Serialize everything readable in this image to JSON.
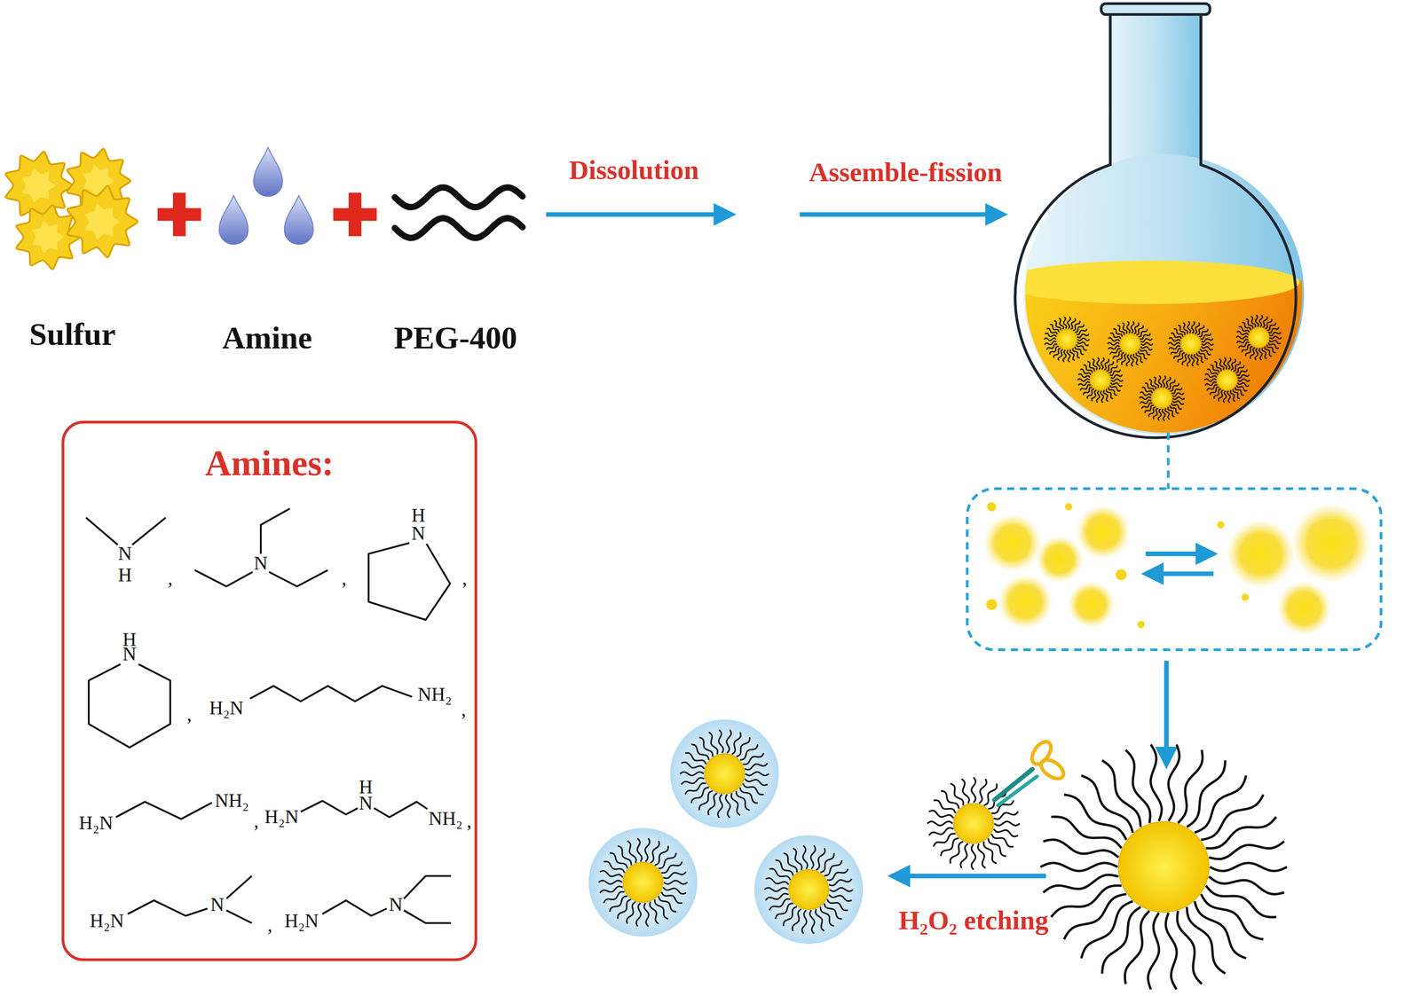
{
  "diagram": {
    "nodes": [
      {
        "text": [
          "Amines:"
        ]
      }
    ],
    "labels": [
      "Sulfur",
      "Amine",
      "PEG-400",
      "Dissolution",
      "Assemble-fission",
      "H₂O₂ etching",
      "N",
      "H",
      ",",
      "N",
      ",",
      "H",
      "N",
      ",",
      "H",
      "N",
      ",",
      "H₂N",
      "NH₂",
      ",",
      "H₂N",
      "NH₂",
      ",",
      "H₂N",
      "H",
      "N",
      "NH₂",
      ",",
      "H₂N",
      "N",
      ",",
      "H₂N",
      "N"
    ]
  }
}
